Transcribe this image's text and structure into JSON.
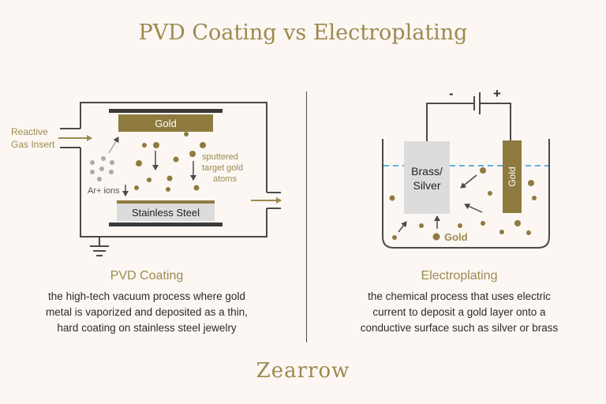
{
  "title": "PVD Coating vs Electroplating",
  "pvd": {
    "gas_inlet_label_1": "Reactive",
    "gas_inlet_label_2": "Gas Insert",
    "target_label": "Gold",
    "substrate_label": "Stainless Steel",
    "ion_label": "Ar+ ions",
    "atoms_label_1": "sputtered",
    "atoms_label_2": "target gold",
    "atoms_label_3": "atoms",
    "heading": "PVD Coating",
    "description_1": "the high-tech vacuum process where gold",
    "description_2": "metal is vaporized and deposited as a thin,",
    "description_3": "hard coating on stainless steel jewelry"
  },
  "electro": {
    "negative_label": "-",
    "positive_label": "+",
    "cathode_label_1": "Brass/",
    "cathode_label_2": "Silver",
    "anode_label": "Gold",
    "particles_label": "Gold",
    "heading": "Electroplating",
    "description_1": "the chemical process that uses electric",
    "description_2": "current to deposit a gold layer onto a",
    "description_3": "conductive surface such as silver or brass"
  },
  "brand": "Zearrow",
  "colors": {
    "gold": "#8f7b3f",
    "gold_text": "#9b8a4e",
    "steel": "#dcdcdc",
    "ion": "#aaaaaa",
    "water": "#5ab4dc",
    "line": "#4a4a4a",
    "background": "#fcf7f3"
  }
}
